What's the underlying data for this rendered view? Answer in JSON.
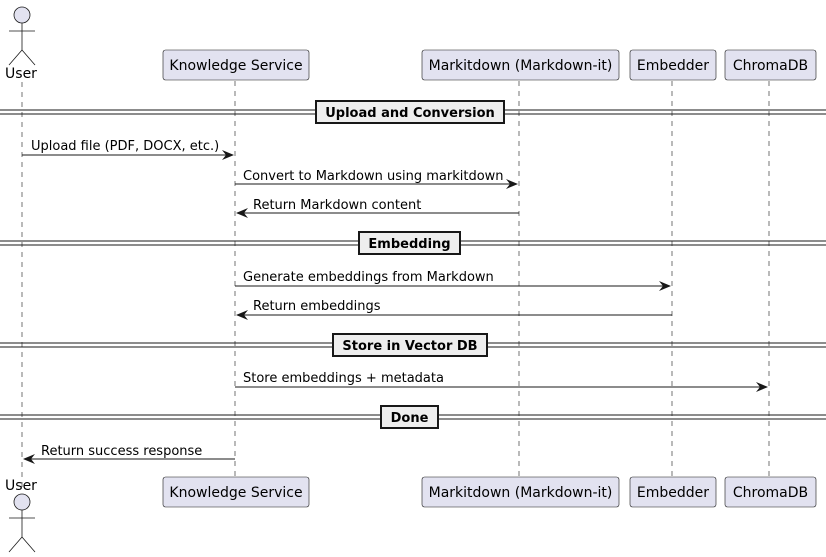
{
  "diagram": {
    "type": "sequence",
    "participants": [
      {
        "id": "user",
        "label": "User",
        "kind": "actor"
      },
      {
        "id": "ks",
        "label": "Knowledge Service",
        "kind": "participant"
      },
      {
        "id": "md",
        "label": "Markitdown (Markdown-it)",
        "kind": "participant"
      },
      {
        "id": "emb",
        "label": "Embedder",
        "kind": "participant"
      },
      {
        "id": "db",
        "label": "ChromaDB",
        "kind": "participant"
      }
    ],
    "sections": [
      {
        "label": "Upload and Conversion"
      },
      {
        "label": "Embedding"
      },
      {
        "label": "Store in Vector DB"
      },
      {
        "label": "Done"
      }
    ],
    "messages": [
      {
        "from": "user",
        "to": "ks",
        "label": "Upload file (PDF, DOCX, etc.)"
      },
      {
        "from": "ks",
        "to": "md",
        "label": "Convert to Markdown using markitdown"
      },
      {
        "from": "md",
        "to": "ks",
        "label": "Return Markdown content"
      },
      {
        "from": "ks",
        "to": "emb",
        "label": "Generate embeddings from Markdown"
      },
      {
        "from": "emb",
        "to": "ks",
        "label": "Return embeddings"
      },
      {
        "from": "ks",
        "to": "db",
        "label": "Store embeddings + metadata"
      },
      {
        "from": "ks",
        "to": "user",
        "label": "Return success response"
      }
    ]
  },
  "colors": {
    "participant_fill": "#e2e2f0",
    "participant_stroke": "#181818",
    "lifeline": "#181818",
    "arrow": "#181818",
    "divider_fill": "#eeeeee"
  }
}
